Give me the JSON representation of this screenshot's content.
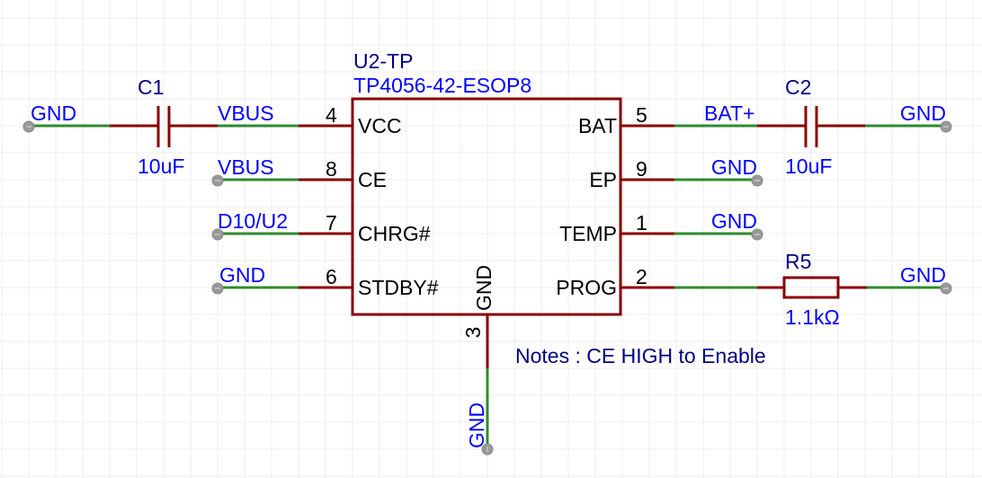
{
  "component": {
    "ref": "U2-TP",
    "part": "TP4056-42-ESOP8",
    "pins_left": [
      {
        "num": "4",
        "name": "VCC"
      },
      {
        "num": "8",
        "name": "CE"
      },
      {
        "num": "7",
        "name": "CHRG#"
      },
      {
        "num": "6",
        "name": "STDBY#"
      }
    ],
    "pins_right": [
      {
        "num": "5",
        "name": "BAT"
      },
      {
        "num": "9",
        "name": "EP"
      },
      {
        "num": "1",
        "name": "TEMP"
      },
      {
        "num": "2",
        "name": "PROG"
      }
    ],
    "pin_bottom": {
      "num": "3",
      "name": "GND"
    }
  },
  "nets": {
    "vcc": "VBUS",
    "ce": "VBUS",
    "chrg": "D10/U2",
    "stdby": "GND",
    "bat": "BAT+",
    "ep": "GND",
    "temp": "GND",
    "c1_gnd": "GND",
    "c2_gnd": "GND",
    "r5_gnd": "GND",
    "bottom_gnd": "GND"
  },
  "c1": {
    "ref": "C1",
    "value": "10uF"
  },
  "c2": {
    "ref": "C2",
    "value": "10uF"
  },
  "r5": {
    "ref": "R5",
    "value": "1.1kΩ"
  },
  "note": "Notes : CE HIGH to Enable",
  "colors": {
    "pin": "#880000",
    "wire": "#2e8b2e",
    "net_label": "#0000ff",
    "designator": "#000080",
    "grid": "#eeeeee"
  }
}
